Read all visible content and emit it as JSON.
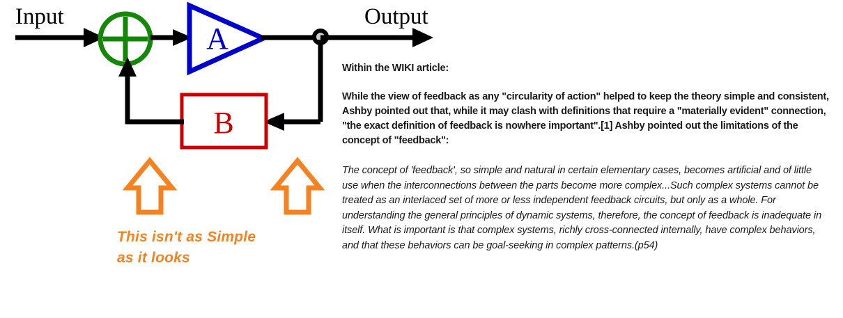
{
  "diagram": {
    "input_label": "Input",
    "output_label": "Output",
    "amplifier_label": "A",
    "feedback_block_label": "B",
    "summing_junction_sign": "+",
    "colors": {
      "summing_junction": "#138808",
      "amplifier": "#0000CC",
      "feedback_block": "#CC0000",
      "signal_line": "#000000",
      "node_fill": "#CCCCCC",
      "annotation": "#F6821F"
    },
    "annotation": {
      "arrow_up_left": "up-arrow",
      "arrow_up_right": "up-arrow",
      "caption_line_1": "This isn't as Simple",
      "caption_line_2": "as it looks"
    }
  },
  "article": {
    "heading": "Within the WIKI article:",
    "body": "While the view of feedback as any \"circularity of action\" helped to keep the theory simple and consistent, Ashby pointed out that, while it may clash with definitions that require a \"materially evident\" connection, \"the exact definition of feedback is nowhere important\".[1] Ashby pointed out the limitations of the concept of \"feedback\":",
    "quote": "The concept of 'feedback', so simple and natural in certain elementary cases, becomes artificial and of little use when the interconnections between the parts become more complex...Such complex systems cannot be treated as an interlaced set of more or less independent feedback circuits, but only as a whole. For understanding the general principles of dynamic systems, therefore, the concept of feedback is inadequate in itself. What is important is that complex systems, richly cross-connected internally, have complex behaviors, and that these behaviors can be goal-seeking in complex patterns.(p54)"
  }
}
